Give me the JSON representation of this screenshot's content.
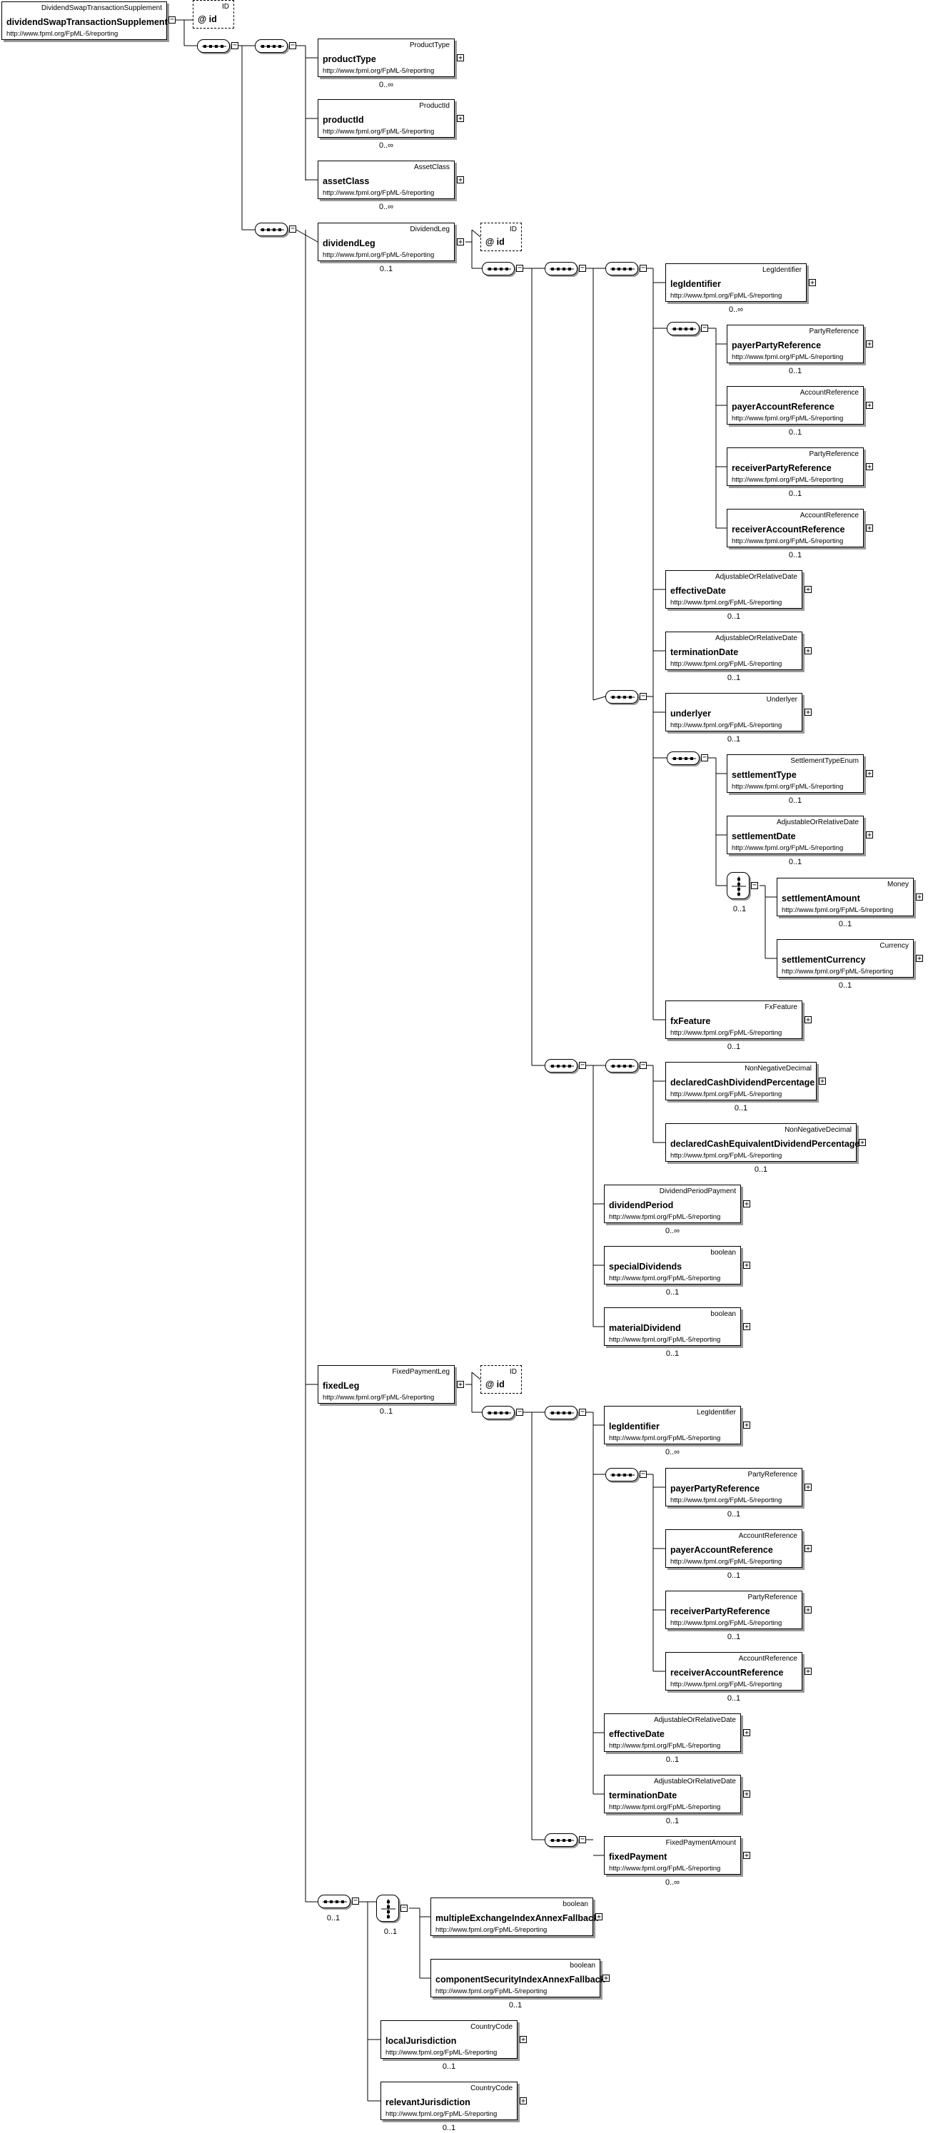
{
  "diagram": {
    "root": {
      "type": "DividendSwapTransactionSupplement",
      "name": "dividendSwapTransactionSupplement",
      "ns": "http://www.fpml.org/FpML-5/reporting"
    },
    "namespace": "http://www.fpml.org/FpML-5/reporting",
    "attribute": {
      "type": "ID",
      "name": "@ id"
    },
    "elements": [
      {
        "id": "productType",
        "type": "ProductType",
        "name": "productType",
        "card": "0..∞"
      },
      {
        "id": "productId",
        "type": "ProductId",
        "name": "productId",
        "card": "0..∞"
      },
      {
        "id": "assetClass",
        "type": "AssetClass",
        "name": "assetClass",
        "card": "0..∞"
      },
      {
        "id": "dividendLeg",
        "type": "DividendLeg",
        "name": "dividendLeg",
        "card": "0..1"
      },
      {
        "id": "dl_legIdentifier",
        "type": "LegIdentifier",
        "name": "legIdentifier",
        "card": "0..∞"
      },
      {
        "id": "dl_payerPartyReference",
        "type": "PartyReference",
        "name": "payerPartyReference",
        "card": "0..1"
      },
      {
        "id": "dl_payerAccountReference",
        "type": "AccountReference",
        "name": "payerAccountReference",
        "card": "0..1"
      },
      {
        "id": "dl_receiverPartyReference",
        "type": "PartyReference",
        "name": "receiverPartyReference",
        "card": "0..1"
      },
      {
        "id": "dl_receiverAccountReference",
        "type": "AccountReference",
        "name": "receiverAccountReference",
        "card": "0..1"
      },
      {
        "id": "dl_effectiveDate",
        "type": "AdjustableOrRelativeDate",
        "name": "effectiveDate",
        "card": "0..1"
      },
      {
        "id": "dl_terminationDate",
        "type": "AdjustableOrRelativeDate",
        "name": "terminationDate",
        "card": "0..1"
      },
      {
        "id": "underlyer",
        "type": "Underlyer",
        "name": "underlyer",
        "card": "0..1"
      },
      {
        "id": "settlementType",
        "type": "SettlementTypeEnum",
        "name": "settlementType",
        "card": "0..1"
      },
      {
        "id": "settlementDate",
        "type": "AdjustableOrRelativeDate",
        "name": "settlementDate",
        "card": "0..1"
      },
      {
        "id": "settlementAmount",
        "type": "Money",
        "name": "settlementAmount",
        "card": "0..1"
      },
      {
        "id": "settlementCurrency",
        "type": "Currency",
        "name": "settlementCurrency",
        "card": "0..1"
      },
      {
        "id": "fxFeature",
        "type": "FxFeature",
        "name": "fxFeature",
        "card": "0..1"
      },
      {
        "id": "declaredCashDividendPercentage",
        "type": "NonNegativeDecimal",
        "name": "declaredCashDividendPercentage",
        "card": "0..1"
      },
      {
        "id": "declaredCashEquivalentDividendPercentage",
        "type": "NonNegativeDecimal",
        "name": "declaredCashEquivalentDividendPercentage",
        "card": "0..1"
      },
      {
        "id": "dividendPeriod",
        "type": "DividendPeriodPayment",
        "name": "dividendPeriod",
        "card": "0..∞"
      },
      {
        "id": "specialDividends",
        "type": "boolean",
        "name": "specialDividends",
        "card": "0..1"
      },
      {
        "id": "materialDividend",
        "type": "boolean",
        "name": "materialDividend",
        "card": "0..1"
      },
      {
        "id": "fixedLeg",
        "type": "FixedPaymentLeg",
        "name": "fixedLeg",
        "card": "0..1"
      },
      {
        "id": "fl_legIdentifier",
        "type": "LegIdentifier",
        "name": "legIdentifier",
        "card": "0..∞"
      },
      {
        "id": "fl_payerPartyReference",
        "type": "PartyReference",
        "name": "payerPartyReference",
        "card": "0..1"
      },
      {
        "id": "fl_payerAccountReference",
        "type": "AccountReference",
        "name": "payerAccountReference",
        "card": "0..1"
      },
      {
        "id": "fl_receiverPartyReference",
        "type": "PartyReference",
        "name": "receiverPartyReference",
        "card": "0..1"
      },
      {
        "id": "fl_receiverAccountReference",
        "type": "AccountReference",
        "name": "receiverAccountReference",
        "card": "0..1"
      },
      {
        "id": "fl_effectiveDate",
        "type": "AdjustableOrRelativeDate",
        "name": "effectiveDate",
        "card": "0..1"
      },
      {
        "id": "fl_terminationDate",
        "type": "AdjustableOrRelativeDate",
        "name": "terminationDate",
        "card": "0..1"
      },
      {
        "id": "fixedPayment",
        "type": "FixedPaymentAmount",
        "name": "fixedPayment",
        "card": "0..∞"
      },
      {
        "id": "multipleExchangeIndexAnnexFallback",
        "type": "boolean",
        "name": "multipleExchangeIndexAnnexFallback",
        "card": ""
      },
      {
        "id": "componentSecurityIndexAnnexFallback",
        "type": "boolean",
        "name": "componentSecurityIndexAnnexFallback",
        "card": "0..1"
      },
      {
        "id": "localJurisdiction",
        "type": "CountryCode",
        "name": "localJurisdiction",
        "card": "0..1"
      },
      {
        "id": "relevantJurisdiction",
        "type": "CountryCode",
        "name": "relevantJurisdiction",
        "card": "0..1"
      }
    ],
    "compositor_cards": {
      "outerSeq": "0..1",
      "choiceSettle": "0..1",
      "choiceFallback": "0..1"
    },
    "icons": {
      "expand": "plus-icon",
      "collapse": "minus-icon",
      "sequence": "sequence-icon",
      "choice": "choice-icon"
    }
  }
}
